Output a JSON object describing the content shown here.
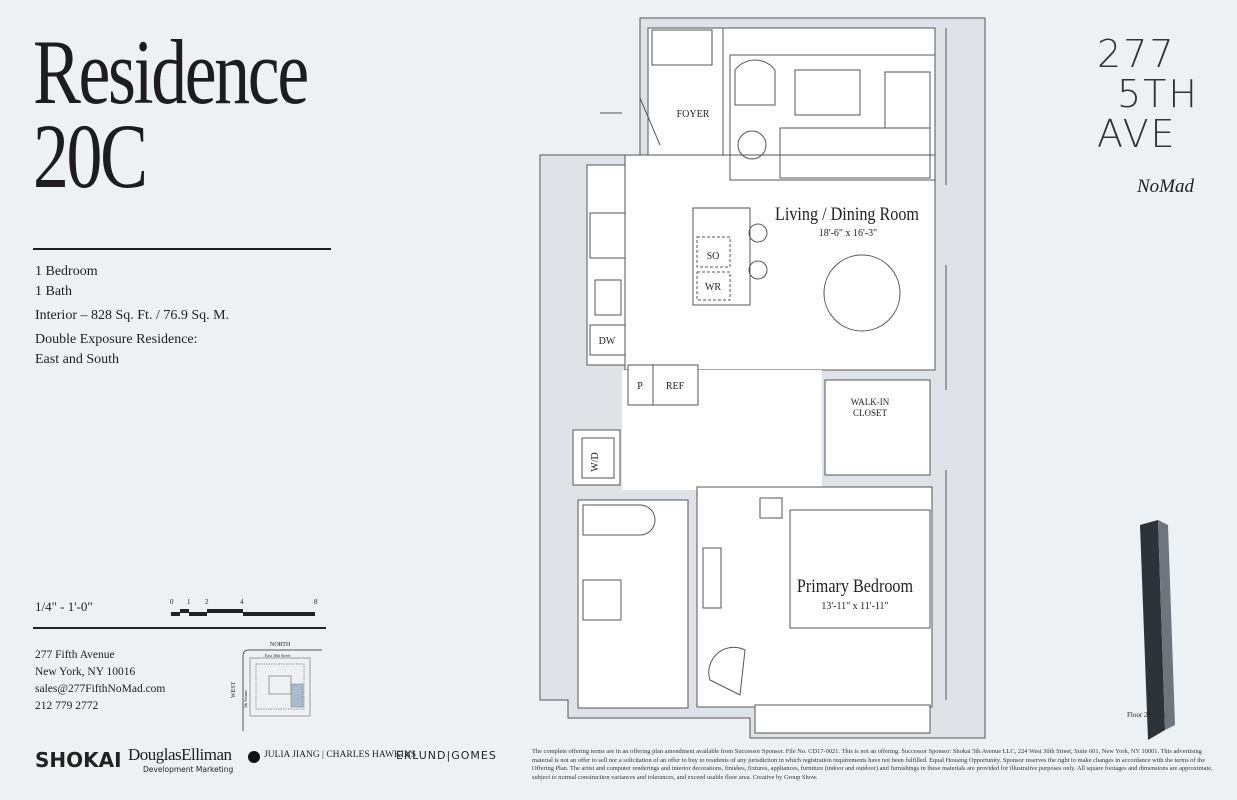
{
  "residence": {
    "title_line1": "Residence",
    "title_line2": "20C",
    "bedrooms": "1 Bedroom",
    "baths": "1 Bath",
    "interior": "Interior – 828 Sq. Ft. / 76.9 Sq. M.",
    "exposure_line1": "Double Exposure Residence:",
    "exposure_line2": "East and South"
  },
  "scale": {
    "label": "1/4\" - 1'-0\"",
    "ticks": [
      "0",
      "1",
      "2",
      "4",
      "8"
    ]
  },
  "contact": {
    "address1": "277 Fifth Avenue",
    "address2": "New York, NY 10016",
    "email": "sales@277FifthNoMad.com",
    "phone": "212 779 2772"
  },
  "key_map": {
    "north": "NORTH",
    "west": "WEST",
    "street": "East 30th Street",
    "avenue": "5th Avenue"
  },
  "brand": {
    "line1": "277",
    "line2": "5TH",
    "line3": "AVE",
    "neighborhood": "NoMad"
  },
  "floor_label": "Floor 20",
  "rooms": {
    "foyer": "FOYER",
    "living": "Living / Dining Room",
    "living_dim": "18'-6\" x 16'-3\"",
    "walkin_1": "WALK-IN",
    "walkin_2": "CLOSET",
    "bedroom": "Primary Bedroom",
    "bedroom_dim": "13'-11\" x 11'-11\"",
    "so": "SO",
    "wr": "WR",
    "dw": "DW",
    "p": "P",
    "ref": "REF",
    "wd": "W/D"
  },
  "logos": {
    "shokai": "SHOKAI",
    "douglas": "DouglasElliman",
    "douglas_sub": "Development Marketing",
    "jiang": "JULIA JIANG | CHARLES HAWKINS",
    "eklund": "EKLUND|GOMES"
  },
  "disclaimer": "The complete offering terms are in an offering plan amendment available from Successor Sponsor. File No. CD17-0021. This is not an offering. Successor Sponsor: Shokai 5th Avenue LLC, 224 West 30th Street, Suite 601, New York, NY 10001. This advertising material is not an offer to sell nor a solicitation of an offer to buy to residents of any jurisdiction in which registration requirements have not been fulfilled. Equal Housing Opportunity. Sponsor reserves the right to make changes in accordance with the terms of the Offering Plan. The artist and computer renderings and interior decorations, finishes, fixtures, appliances, furniture (indoor and outdoor) and furnishings in these materials are provided for illustrative purposes only. All square footages and dimensions are approximate, subject to normal construction variances and tolerances, and exceed usable floor area. Creative by Group Show.",
  "colors": {
    "background": "#eef1f4",
    "wall": "#dfe3e8",
    "highlight": "#a9bccd"
  }
}
